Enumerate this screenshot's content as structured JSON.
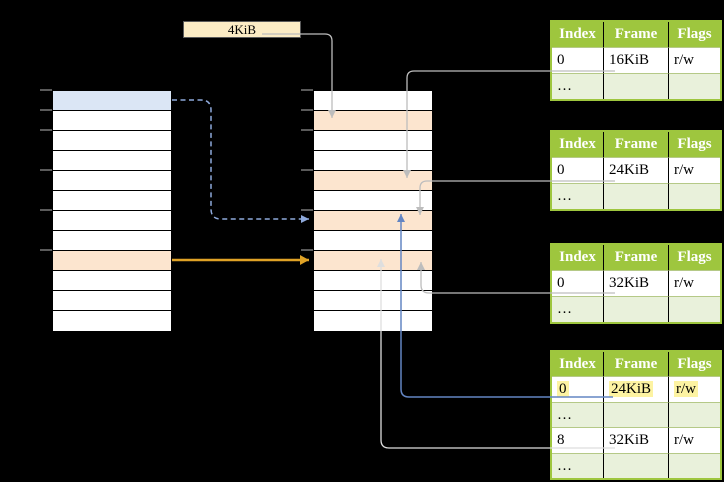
{
  "frame_size_label": "4KiB",
  "left_column": {
    "rows": 12,
    "blue_row_index": 0,
    "orange_row_index": 8
  },
  "middle_column": {
    "rows": 12,
    "orange_row_indexes": [
      1,
      4,
      6,
      8
    ]
  },
  "tables": [
    {
      "name": "page-table-16kib",
      "headers": [
        "Index",
        "Frame",
        "Flags"
      ],
      "rows": [
        [
          "0",
          "16KiB",
          "r/w"
        ],
        [
          "…",
          "",
          ""
        ]
      ]
    },
    {
      "name": "page-table-24kib",
      "headers": [
        "Index",
        "Frame",
        "Flags"
      ],
      "rows": [
        [
          "0",
          "24KiB",
          "r/w"
        ],
        [
          "…",
          "",
          ""
        ]
      ]
    },
    {
      "name": "page-table-32kib",
      "headers": [
        "Index",
        "Frame",
        "Flags"
      ],
      "rows": [
        [
          "0",
          "32KiB",
          "r/w"
        ],
        [
          "…",
          "",
          ""
        ]
      ]
    },
    {
      "name": "process-page-table",
      "headers": [
        "Index",
        "Frame",
        "Flags"
      ],
      "rows": [
        [
          "0",
          "24KiB",
          "r/w"
        ],
        [
          "…",
          "",
          ""
        ],
        [
          "8",
          "32KiB",
          "r/w"
        ],
        [
          "…",
          "",
          ""
        ]
      ],
      "highlighted_row_index": 0
    }
  ],
  "colors": {
    "table_header_green": "#9ec63e",
    "table_light_green": "#e9f1db",
    "row_orange": "#fce5cf",
    "row_blue": "#dbe6f5",
    "size_box_cream": "#fcecc5",
    "highlight_yellow": "#fdf3a2",
    "connector_gray": "#bdbdbd",
    "connector_light_gray": "#dedede",
    "connector_blue": "#6385c3",
    "connector_dashed_blue": "#8ea9db",
    "connector_orange": "#dfa226"
  }
}
